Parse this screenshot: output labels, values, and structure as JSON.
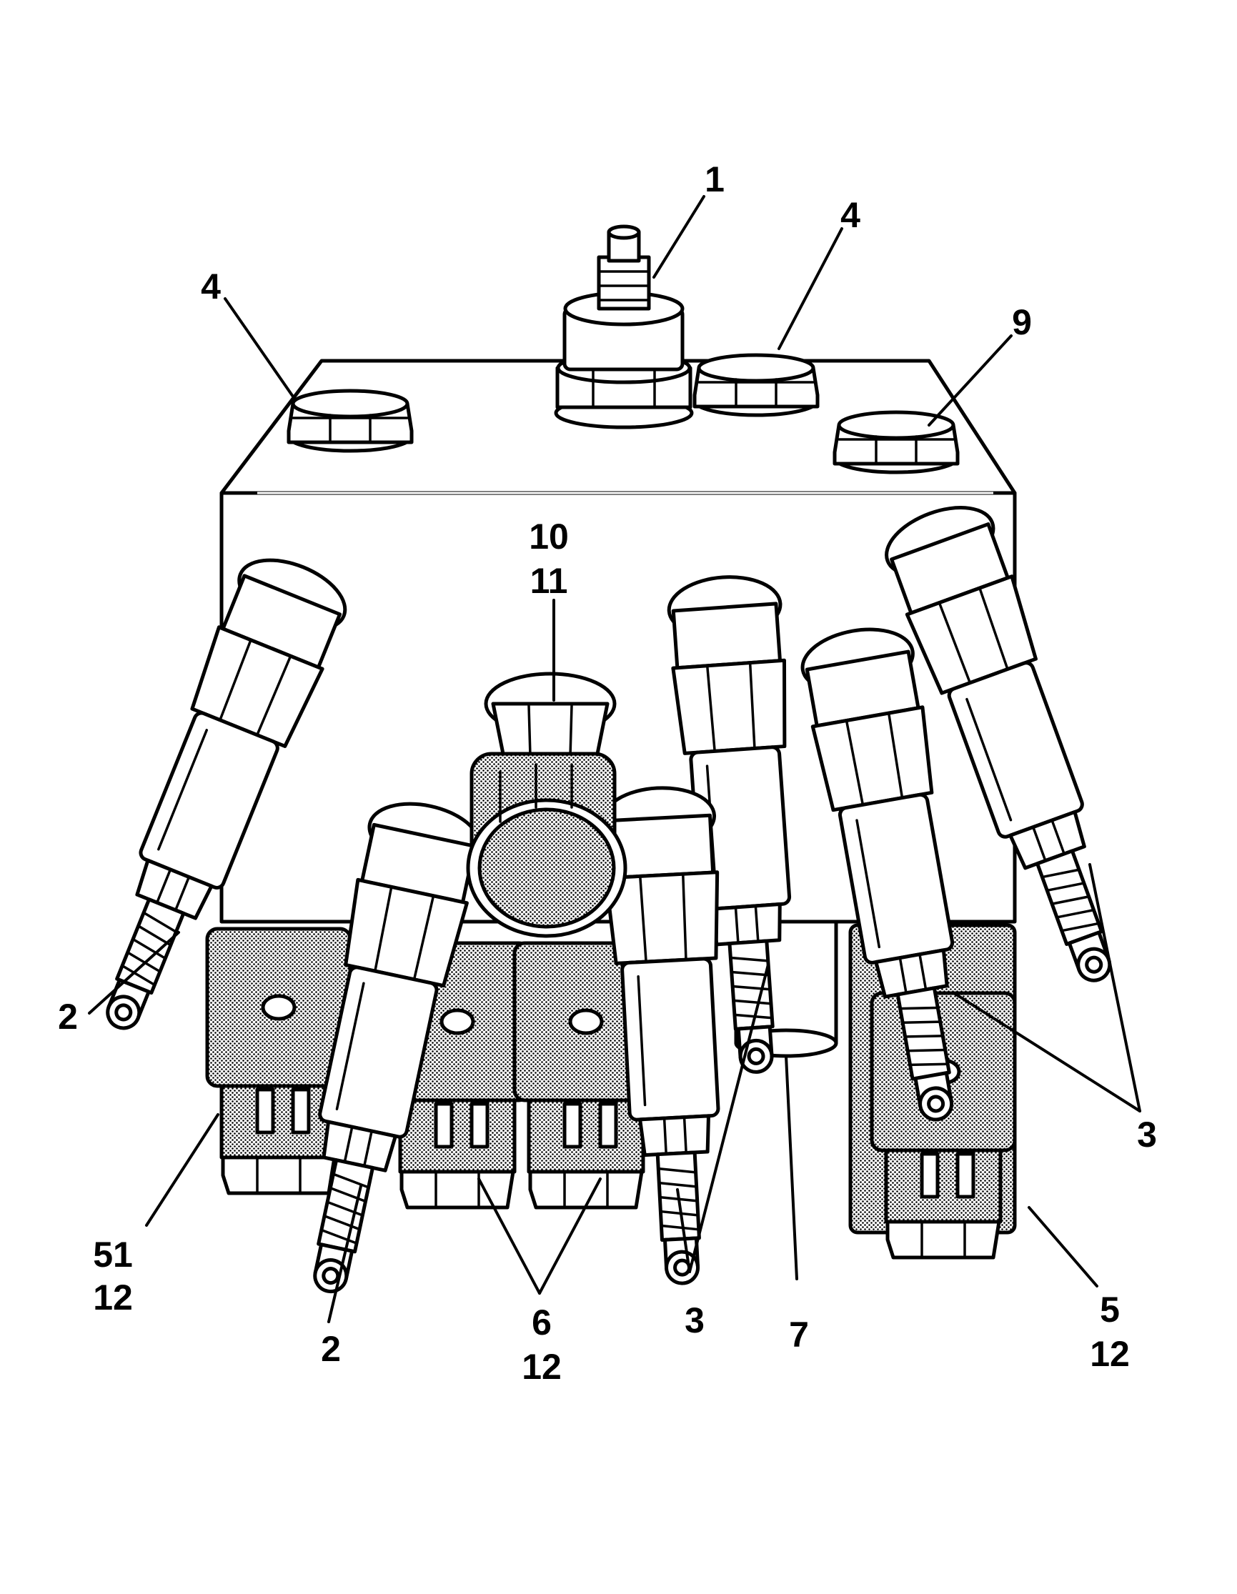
{
  "callouts": {
    "c1": "1",
    "c4_left": "4",
    "c4_right": "4",
    "c9": "9",
    "c10": "10",
    "c11": "11",
    "c2_left": "2",
    "c2_bottom": "2",
    "c3_right": "3",
    "c3_bottom": "3",
    "c51": "51",
    "c12_a": "12",
    "c6": "6",
    "c12_b": "12",
    "c7": "7",
    "c5": "5",
    "c12_c": "12"
  }
}
